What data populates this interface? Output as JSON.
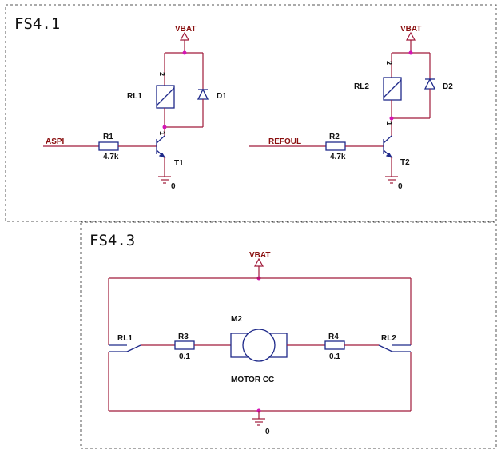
{
  "frames": {
    "top_title": "FS4.1",
    "bottom_title": "FS4.3"
  },
  "nets": {
    "vbat_left": "VBAT",
    "vbat_right": "VBAT",
    "vbat_motor": "VBAT",
    "input_left": "ASPI",
    "input_right": "REFOUL",
    "gnd_left": "0",
    "gnd_right": "0",
    "gnd_motor": "0"
  },
  "components": {
    "relay_left": "RL1",
    "relay_right": "RL2",
    "diode_left": "D1",
    "diode_right": "D2",
    "resistor_left": "R1",
    "resistor_left_value": "4.7k",
    "resistor_right": "R2",
    "resistor_right_value": "4.7k",
    "transistor_left": "T1",
    "transistor_right": "T2",
    "motor": "M2",
    "motor_desc": "MOTOR CC",
    "switch_left": "RL1",
    "switch_right": "RL2",
    "resistor_3": "R3",
    "resistor_3_value": "0.1",
    "resistor_4": "R4",
    "resistor_4_value": "0.1"
  },
  "pins": {
    "relay_left_top": "2",
    "relay_left_bottom": "1",
    "relay_right_top": "2",
    "relay_right_bottom": "1"
  }
}
